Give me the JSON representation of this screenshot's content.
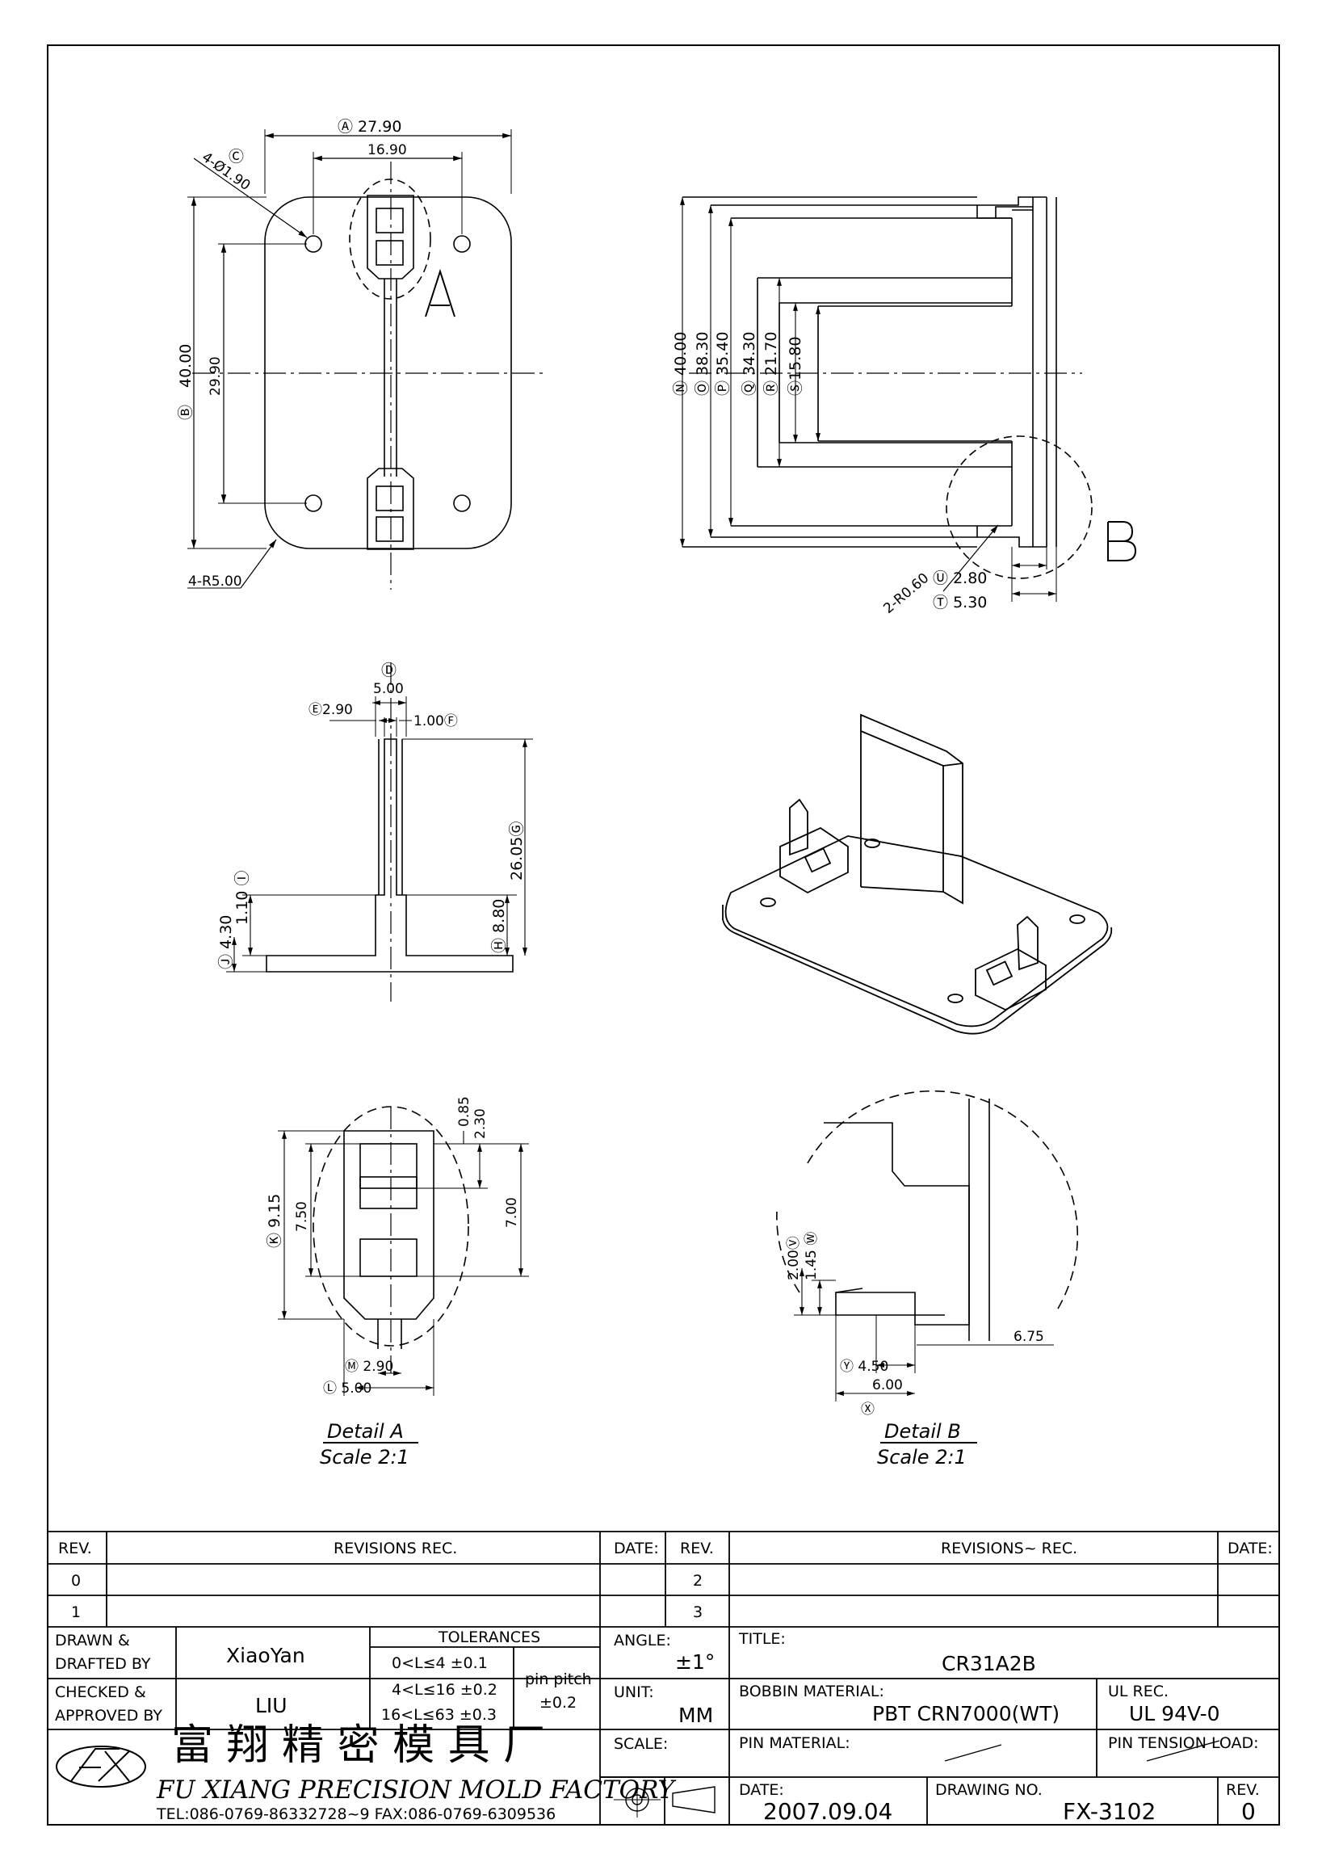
{
  "views": {
    "top": {
      "dims": {
        "a_width": "Ⓐ 27.90",
        "pin_pitch_x": "16.90",
        "hole": "4-Ø1.90",
        "c_marker": "Ⓒ",
        "b_height": "40.00",
        "b_marker": "Ⓑ",
        "pin_pitch_y": "29.90",
        "corner_radius": "4-R5.00"
      },
      "detail_letter": "A"
    },
    "side": {
      "dims": {
        "n": "40.00",
        "o": "38.30",
        "p": "35.40",
        "q": "34.30",
        "r": "21.70",
        "s": "15.80",
        "u": "2.80",
        "t": "5.30",
        "fillet": "2-R0.60"
      },
      "markers": {
        "n": "Ⓝ",
        "o": "Ⓞ",
        "p": "Ⓟ",
        "q": "Ⓠ",
        "r": "Ⓡ",
        "s": "Ⓢ",
        "u": "Ⓤ",
        "t": "Ⓣ"
      },
      "detail_letter": "B"
    },
    "front": {
      "dims": {
        "d": "5.00",
        "e": "2.90",
        "f": "1.00",
        "g": "26.05",
        "h": "8.80",
        "i": "1.10",
        "j": "4.30"
      },
      "markers": {
        "d": "Ⓓ",
        "e": "Ⓔ",
        "f": "Ⓕ",
        "g": "Ⓖ",
        "h": "Ⓗ",
        "i": "Ⓘ",
        "j": "Ⓙ"
      }
    },
    "detail_a": {
      "dims": {
        "top1": "0.85",
        "top2": "2.30",
        "k": "9.15",
        "h750": "7.50",
        "h700": "7.00",
        "m": "2.90",
        "l": "5.00"
      },
      "markers": {
        "k": "Ⓚ",
        "m": "Ⓜ",
        "l": "Ⓛ"
      },
      "title": "Detail  A",
      "scale": "Scale  2:1"
    },
    "detail_b": {
      "dims": {
        "v": "2.00",
        "w": "1.45",
        "d675": "6.75",
        "y": "4.50",
        "x": "6.00"
      },
      "markers": {
        "v": "Ⓥ",
        "w": "Ⓦ",
        "y": "Ⓨ",
        "x": "Ⓧ"
      },
      "title": "Detail  B",
      "scale": "Scale  2:1"
    }
  },
  "title_block": {
    "revisions": {
      "rev_h": "REV.",
      "rec_h": "REVISIONS   REC.",
      "date_h": "DATE:",
      "rev_h2": "REV.",
      "rec_h2": "REVISIONS~ REC.",
      "date_h2": "DATE:",
      "rows": [
        {
          "left": "0",
          "right": "2"
        },
        {
          "left": "1",
          "right": "3"
        }
      ]
    },
    "drawn_label": "DRAWN &\nDRAFTED BY",
    "drawn_l1": "DRAWN &",
    "drawn_l2": "DRAFTED BY",
    "drawn_value": "XiaoYan",
    "checked_l1": "CHECKED &",
    "checked_l2": "APPROVED BY",
    "checked_value": "LIU",
    "tolerances_h": "TOLERANCES",
    "tol1": "0<L≤4   ±0.1",
    "tol2": "4<L≤16  ±0.2",
    "tol3": "16<L≤63  ±0.3",
    "pin_pitch_l": "pin pitch",
    "pin_pitch_v": "±0.2",
    "angle_l": "ANGLE:",
    "angle_v": "±1°",
    "unit_l": "UNIT:",
    "unit_v": "MM",
    "scale_l": "SCALE:",
    "title_l": "TITLE:",
    "title_v": "CR31A2B",
    "bobbin_l": "BOBBIN MATERIAL:",
    "bobbin_v": "PBT  CRN7000(WT)",
    "ul_l": "UL REC.",
    "ul_v": "UL  94V-0",
    "pin_mat_l": "PIN MATERIAL:",
    "pin_ten_l": "PIN TENSION LOAD:",
    "date_l": "DATE:",
    "date_v": "2007.09.04",
    "dwg_l": "DRAWING NO.",
    "dwg_v": "FX-3102",
    "rev_l": "REV.",
    "rev_v": "0",
    "factory_cn": "富 翔 精 密 模 具 厂",
    "factory_en": "FU XIANG PRECISION MOLD FACTORY",
    "contact": "TEL:086-0769-86332728~9  FAX:086-0769-6309536"
  }
}
